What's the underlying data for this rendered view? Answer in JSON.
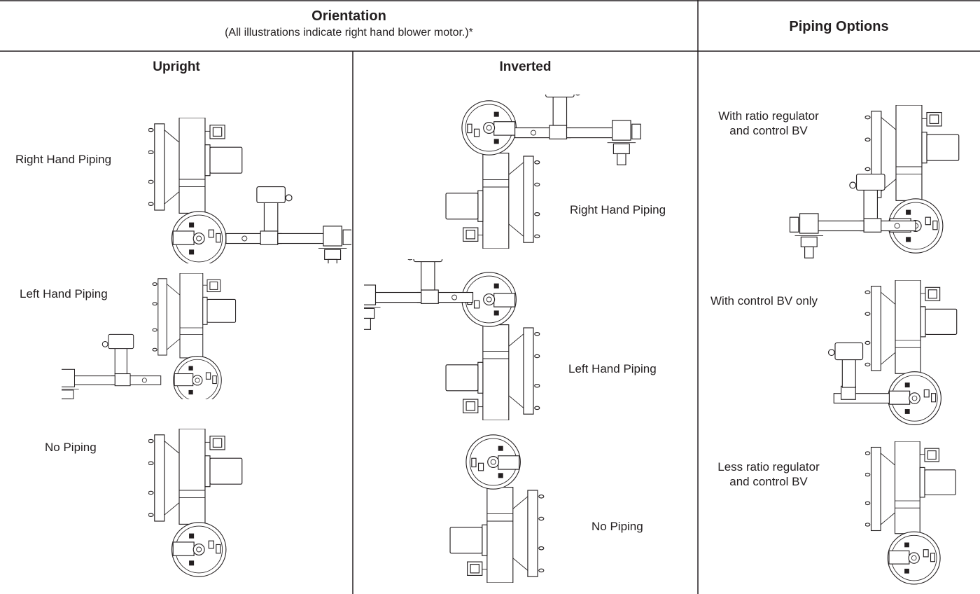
{
  "header": {
    "orientation_title": "Orientation",
    "orientation_note": "(All illustrations indicate right hand blower motor.)*",
    "piping_options_title": "Piping Options"
  },
  "columns": {
    "upright": "Upright",
    "inverted": "Inverted"
  },
  "upright": {
    "right": "Right Hand Piping",
    "left": "Left Hand Piping",
    "none": "No Piping"
  },
  "inverted": {
    "right": "Right Hand Piping",
    "left": "Left Hand Piping",
    "none": "No Piping"
  },
  "piping_options": {
    "opt1_line1": "With ratio regulator",
    "opt1_line2": "and control BV",
    "opt2": "With control BV only",
    "opt3_line1": "Less ratio regulator",
    "opt3_line2": "and control BV"
  }
}
